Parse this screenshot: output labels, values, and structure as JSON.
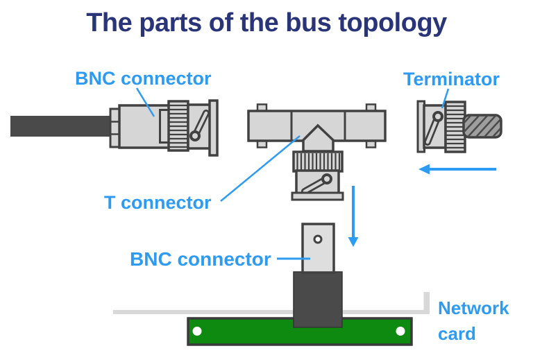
{
  "title": "The parts of the bus topology",
  "labels": {
    "bnc_top": "BNC connector",
    "terminator": "Terminator",
    "t_connector": "T connector",
    "bnc_bottom": "BNC connector",
    "network_card_line1": "Network",
    "network_card_line2": "card"
  },
  "colors": {
    "title_navy": "#2A3478",
    "label_blue": "#2E9BF2",
    "outline_gray": "#414141",
    "metal_light": "#D6D6D6",
    "metal_lighter": "#DEDEDE",
    "dark_gray": "#4A4A4A",
    "pcb_green": "#0F8A10",
    "bracket_gray": "#D8D8D8",
    "cylinder_gray": "#9E9E9E"
  }
}
